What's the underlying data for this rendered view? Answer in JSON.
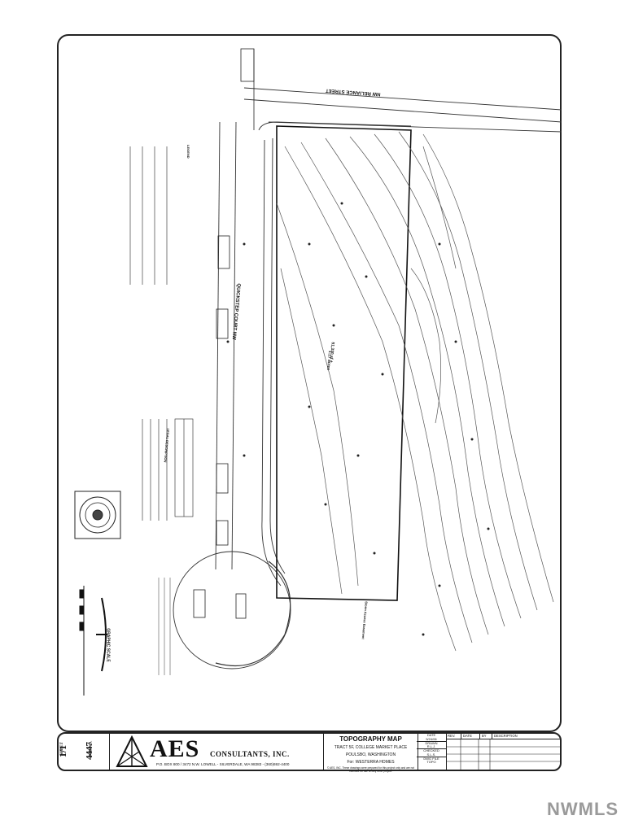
{
  "drawing": {
    "street_top": "NW RELIANCE STREET",
    "street_left": "QUICKSTEP COURT NW",
    "parcel_area": "51,330 sf ±",
    "parcel_acres": "1.17 acres",
    "easement_note": "Storm Access Easement",
    "legend_title": "LEGEND",
    "legal_title": "LEGAL DESCRIPTION",
    "scale_label": "GRAPHIC SCALE"
  },
  "title_block": {
    "job_no_label": "JOB NO.",
    "job_no": "4447",
    "sheet_label": "SHEET",
    "sheet": "1/1",
    "company": "AES",
    "company_suffix": "CONSULTANTS, INC.",
    "address": "P.O. BOX 800 / 3472 N.W. LOWELL - SILVERDALE, WA 98383 - (360)692-4400",
    "map_title": "TOPOGRAPHY MAP",
    "project_line1": "TRACT 5F, COLLEGE MARKET PLACE",
    "project_line2": "POULSBO, WASHINGTON",
    "project_line3": "For: WESTERRA HOMES",
    "copyright": "© AES, INC. These drawings were prepared for this project only and are not intended for use on any other project.",
    "date_label": "DATE",
    "date": "5/24/06",
    "drawn_label": "DRAWN",
    "drawn": "R.L.J.",
    "checked_label": "CHECKED",
    "checked": "S.L.S.",
    "dwg_label": "DWG FILE",
    "dwg": "TOPO",
    "rev_headers": [
      "REV.",
      "DATE",
      "BY",
      "DESCRIPTION"
    ]
  },
  "watermark": "NWMLS"
}
